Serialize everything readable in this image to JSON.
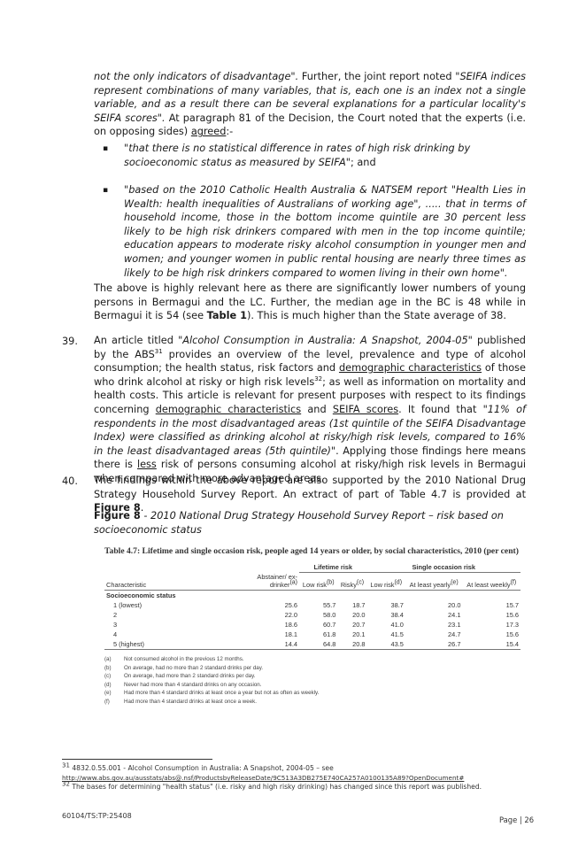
{
  "p_top_1": "not the only indicators of disadvantage\".",
  "p_top_2": " Further, the joint report noted ",
  "p_top_3": "\"SEIFA indices represent combinations of many variables, that is, each one is an index not a single variable, and as a result there can be several explanations for a particular locality's SEIFA scores\".",
  "p_top_4": " At paragraph 81 of the Decision, the Court noted that the experts (i.e. on opposing sides) ",
  "p_top_agreed": "agreed",
  "p_top_5": ":-",
  "bullet_glyph": "▪",
  "bullet1_a": "\"that there is no statistical difference in rates of high risk drinking by socioeconomic status as measured by SEIFA\"",
  "bullet1_b": "; and",
  "bullet2": "\"based on the 2010 Catholic Health Australia & NATSEM report \"Health Lies in Wealth: health inequalities of Australians of working age\", ..... that in terms of household income, those in the bottom income quintile are 30 percent less likely to be high risk drinkers compared with men in the top income quintile; education appears to moderate risky alcohol consumption in younger men and women; and younger women in public rental housing are nearly three times as likely to be high risk drinkers compared to women living in their own home\".",
  "p_above_1": "The above is highly relevant here as there are significantly lower numbers of young persons in Bermagui and the LC. Further, the median age in the BC is 48 while in Bermagui it is 54 (see ",
  "p_above_table": "Table 1",
  "p_above_2": "). This is much higher than the State average of 38.",
  "para39_num": "39.",
  "p39_1": "An article titled ",
  "p39_title": "\"Alcohol Consumption in Australia: A Snapshot, 2004-05\"",
  "p39_2": " published by the ABS",
  "p39_sup31": "31",
  "p39_3": " provides an overview of the level, prevalence and type of alcohol consumption; the health status, risk factors and ",
  "p39_demo1": "demographic characteristics",
  "p39_4": " of those who drink alcohol at risky or high risk levels",
  "p39_sup32": "32",
  "p39_5": "; as well as information on mortality and health costs. This article is relevant for present purposes with respect to its findings concerning ",
  "p39_demo2": "demographic characteristics",
  "p39_6": " and ",
  "p39_seifa": "SEIFA scores",
  "p39_7": ". It found that ",
  "p39_quote": "\"11% of respondents in the most disadvantaged areas (1st quintile of the SEIFA Disadvantage Index) were classified as drinking alcohol at risky/high risk levels, compared to 16% in the least disadvantaged areas (5th quintile)\"",
  "p39_8": ". Applying those findings here means there is ",
  "p39_less": "less",
  "p39_9": " risk of persons consuming alcohol at risky/high risk levels in Bermagui when compared with more advantaged areas.",
  "para40_num": "40.",
  "p40_1": "The findings within the above report are also supported by the 2010 National Drug Strategy Household Survey Report. An extract of part of Table 4.7 is provided at ",
  "p40_fig": "Figure 8",
  "p40_2": ".",
  "fig_caption_bold": "Figure 8",
  "fig_caption_rest": " - 2010 National Drug Strategy Household Survey Report – risk based on socioeconomic status",
  "table_title": "Table 4.7: Lifetime and single occasion risk, people aged 14 years or older, by social characteristics, 2010 (per cent)",
  "table": {
    "group_lifetime": "Lifetime risk",
    "group_single": "Single occasion risk",
    "col_characteristic": "Characteristic",
    "col_abstainer": "Abstainer/ ex-drinker",
    "col_abstainer_sup": "(a)",
    "col_low1": "Low risk",
    "col_low1_sup": "(b)",
    "col_risky": "Risky",
    "col_risky_sup": "(c)",
    "col_low2": "Low risk",
    "col_low2_sup": "(d)",
    "col_yearly": "At least yearly",
    "col_yearly_sup": "(e)",
    "col_weekly": "At least weekly",
    "col_weekly_sup": "(f)",
    "section": "Socioeconomic status",
    "rows": [
      {
        "label": "1 (lowest)",
        "v": [
          "25.6",
          "55.7",
          "18.7",
          "38.7",
          "20.0",
          "15.7"
        ]
      },
      {
        "label": "2",
        "v": [
          "22.0",
          "58.0",
          "20.0",
          "38.4",
          "24.1",
          "15.6"
        ]
      },
      {
        "label": "3",
        "v": [
          "18.6",
          "60.7",
          "20.7",
          "41.0",
          "23.1",
          "17.3"
        ]
      },
      {
        "label": "4",
        "v": [
          "18.1",
          "61.8",
          "20.1",
          "41.5",
          "24.7",
          "15.6"
        ]
      },
      {
        "label": "5 (highest)",
        "v": [
          "14.4",
          "64.8",
          "20.8",
          "43.5",
          "26.7",
          "15.4"
        ]
      }
    ],
    "notes": [
      {
        "k": "(a)",
        "t": "Not consumed alcohol in the previous 12 months."
      },
      {
        "k": "(b)",
        "t": "On average, had no more than 2 standard drinks per day."
      },
      {
        "k": "(c)",
        "t": "On average, had more than 2 standard drinks per day."
      },
      {
        "k": "(d)",
        "t": "Never had more than 4 standard drinks on any occasion."
      },
      {
        "k": "(e)",
        "t": "Had more than 4 standard drinks at least once a year but not as often as weekly."
      },
      {
        "k": "(f)",
        "t": "Had more than 4 standard drinks at least once a week."
      }
    ]
  },
  "fn31_num": "31",
  "fn31_text": " 4832.0.55.001 - Alcohol Consumption in Australia: A Snapshot, 2004-05 – see",
  "fn31_url": "http://www.abs.gov.au/ausstats/abs@.nsf/ProductsbyReleaseDate/9C513A3DB275E740CA257A0100135A89?OpenDocument#",
  "fn32_num": "32",
  "fn32_text": " The bases for determining \"health status\" (i.e. risky and high risky drinking) has changed since this report was published.",
  "doc_id": "60104/TS:TP:25408",
  "page_label": "Page | 26"
}
